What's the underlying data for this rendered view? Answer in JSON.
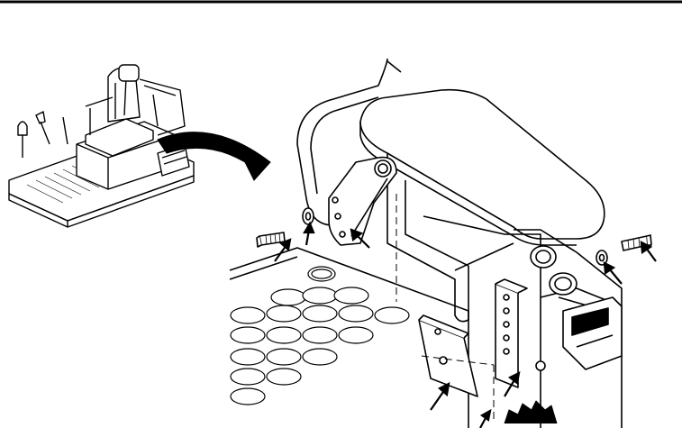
{
  "figure": {
    "description_text": "",
    "colors": {
      "ink": "#000000",
      "paper": "#ffffff"
    },
    "inset_view": {
      "subject": "seat-assembly-overview"
    },
    "main_view": {
      "subject": "armrest-bracket-mounting-detail"
    },
    "callout_arrow_count": 8
  }
}
